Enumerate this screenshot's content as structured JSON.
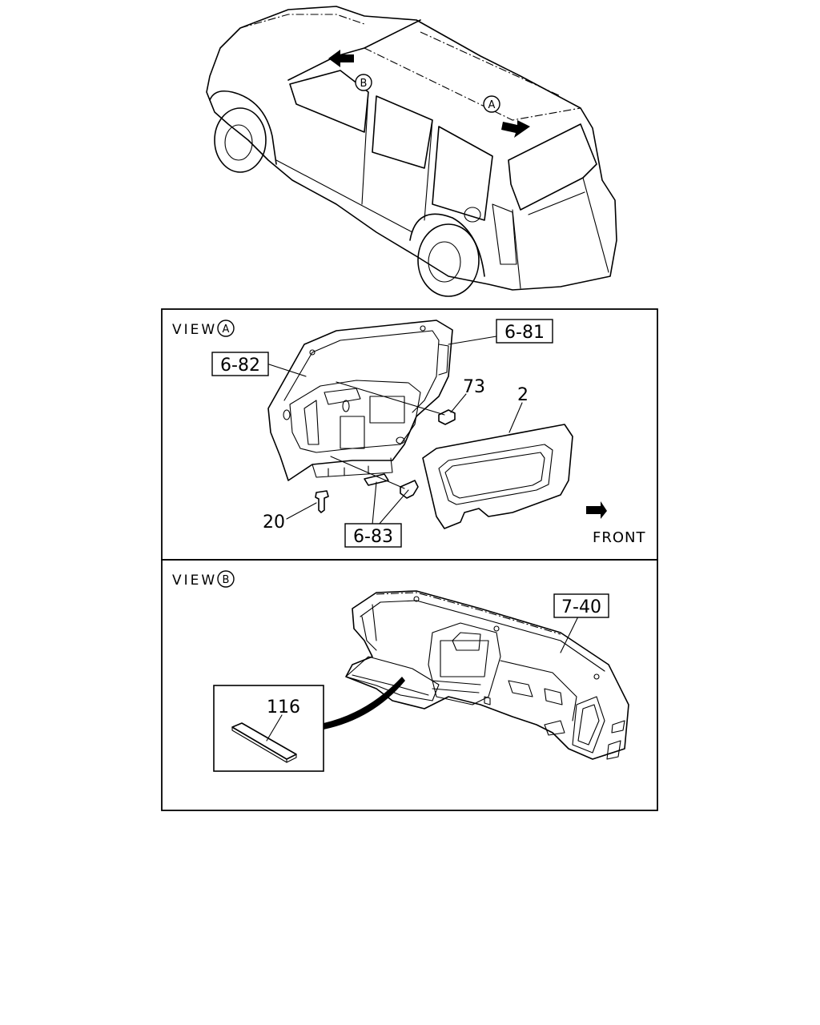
{
  "view_a": {
    "title_prefix": "VIEW",
    "title_marker": "A",
    "direction_label": "FRONT",
    "callouts": {
      "tailgate_trim": "6-81",
      "tailgate_panel": "6-82",
      "clip_73": "73",
      "side_trim_2": "2",
      "screw_20": "20",
      "bracket": "6-83"
    }
  },
  "view_b": {
    "title_prefix": "VIEW",
    "title_marker": "B",
    "callouts": {
      "dashboard": "7-40",
      "pad_116": "116"
    }
  },
  "vehicle": {
    "marker_a": "A",
    "marker_b": "B"
  }
}
